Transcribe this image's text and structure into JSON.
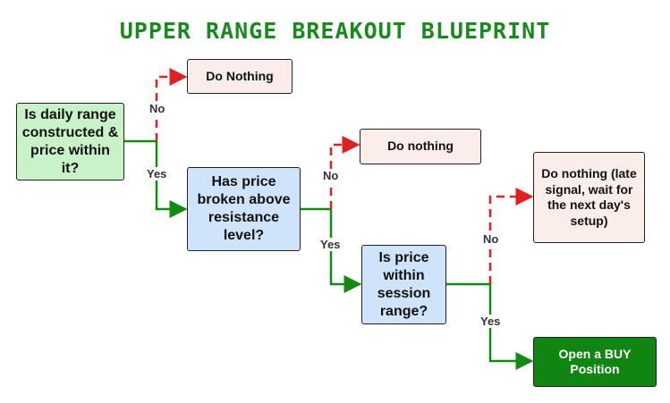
{
  "title": "UPPER RANGE BREAKOUT BLUEPRINT",
  "nodes": {
    "q1": "Is daily range constructed & price within it?",
    "q2": "Has price broken above resistance level?",
    "q3": "Is price within session range?",
    "n1": "Do Nothing",
    "n2": "Do nothing",
    "n3": "Do nothing (late signal, wait for the next day's setup)",
    "buy": "Open a BUY Position"
  },
  "labels": {
    "no1": "No",
    "yes1": "Yes",
    "no2": "No",
    "yes2": "Yes",
    "no3": "No",
    "yes3": "Yes"
  },
  "colors": {
    "yes_arrow": "#138a13",
    "no_arrow": "#e02020",
    "title": "#1b8a1e"
  }
}
